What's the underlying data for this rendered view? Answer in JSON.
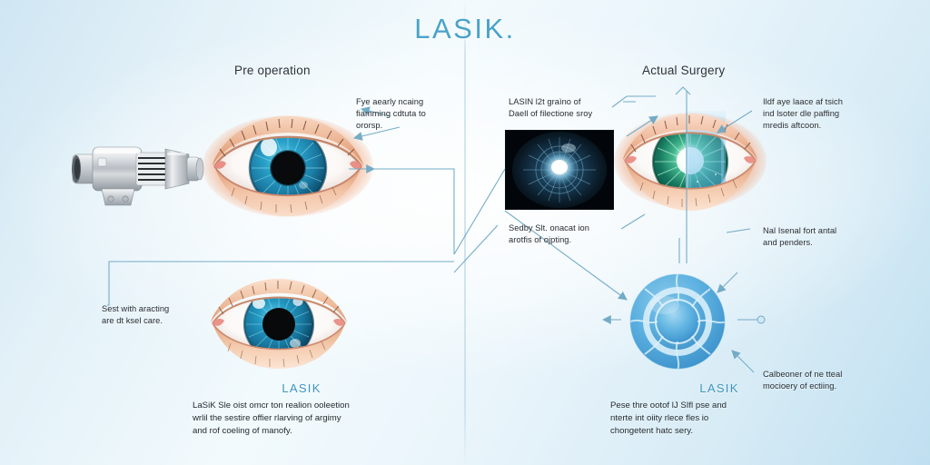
{
  "page": {
    "title": "LASIK.",
    "accent_color": "#49a3c9",
    "line_color": "#6ea8c4",
    "background_colors": [
      "#cfe6f3",
      "#f2fafd",
      "#bfdff0"
    ]
  },
  "sections": {
    "left_header": "Pre operation",
    "right_header": "Actual Surgery"
  },
  "annotations": [
    {
      "id": "eye-top-left",
      "text": "Fye aearly ncaing\nfiamming cdtuta to\nororsp."
    },
    {
      "id": "scan-top",
      "text": "LASIN l2t graìno of\nDaell of filectione sroy"
    },
    {
      "id": "surgery-top-right",
      "text": "Ildf aye laace af tsich\nind lsoter dle paffing\nmredis aftcoon."
    },
    {
      "id": "scan-bottom",
      "text": "Sedby Slt. onacat ion\narotfis of ojpting."
    },
    {
      "id": "surgery-mid-right",
      "text": "Nal Isenal fort antal\nand penders."
    },
    {
      "id": "lower-left",
      "text": "Sest with aracting\nare dt ksel care."
    },
    {
      "id": "diagram-lower-right",
      "text": "Calbeoner of ne tteal\nmocioery of ectiing."
    }
  ],
  "captions": [
    {
      "id": "caption-left",
      "title": "LASIK",
      "body": "LaSiK Sle oist omcr ton realion ooleetion\nwrlil the sestire offier rlarving of argimy\nand rof coeling of manofy."
    },
    {
      "id": "caption-right",
      "title": "LASIK",
      "body": "Pese thre ootof lJ SIfl pse and\nnterte int oiity rlece fles io\nchongetent hatc sery."
    }
  ],
  "figures": [
    {
      "id": "laser-device",
      "label": "laser-microkeratome-device"
    },
    {
      "id": "eye-pre-op",
      "label": "human-eye-blue-iris-upper"
    },
    {
      "id": "eye-lower-left",
      "label": "human-eye-blue-iris-lower"
    },
    {
      "id": "iris-scan",
      "label": "dark-iris-diagnostic-scan"
    },
    {
      "id": "eye-surgery",
      "label": "human-eye-green-iris-laser-beam"
    },
    {
      "id": "cornea-diagram",
      "label": "blue-concentric-cornea-diagram"
    }
  ]
}
